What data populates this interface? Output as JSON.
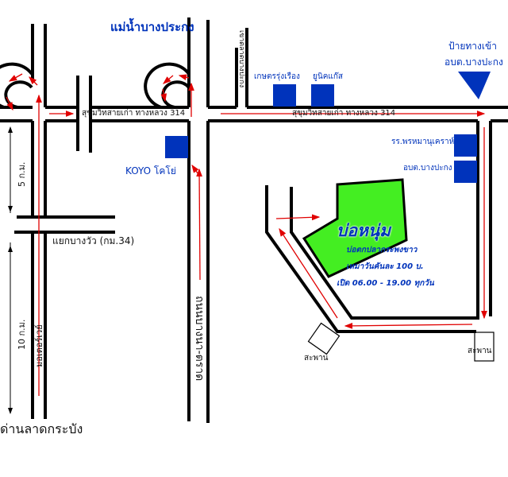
{
  "title": "แม่น้ำบางประกง",
  "roads": {
    "sukhumvit_left": "สุขุมวิทสายเก่า ทางหลวง 314",
    "sukhumvit_right": "สุขุมวิทสายเก่า ทางหลวง 314",
    "bangna_trat": "ถนนบางนา-ตราด",
    "motorway": "มอเตอร์เวย์",
    "khao_talat": "เขาตลาดบางปะกง",
    "bang_wua": "แยกบางวัว (กม.34)",
    "lat_krabang": "ด่านลาดกระบัง"
  },
  "distances": {
    "upper": "5 ก.ม.",
    "lower": "10 ก.ม."
  },
  "landmarks": {
    "koyo": "KOYO โคโย่",
    "kaset": "เกษตรรุ่งเรือง",
    "unique_gas": "ยูนิคแก๊ส",
    "school": "รร.พรหมานุเคราห์",
    "obt": "อบต.บางปะกง",
    "entrance_line1": "ป้ายทางเข้า",
    "entrance_line2": "อบต.บางปะกง",
    "bridge_left": "สะพาน",
    "bridge_right": "สะพาน"
  },
  "destination": {
    "name": "บ่อหนุ่ม",
    "desc": "บ่อตกปลากระพงขาว",
    "price": "เหมาวันคันละ 100 บ.",
    "hours": "เปิด 06.00 - 19.00 ทุกวัน"
  },
  "colors": {
    "road": "#000000",
    "arrow": "#e00000",
    "landmark": "#0033bb",
    "pond": "#44ee22"
  }
}
